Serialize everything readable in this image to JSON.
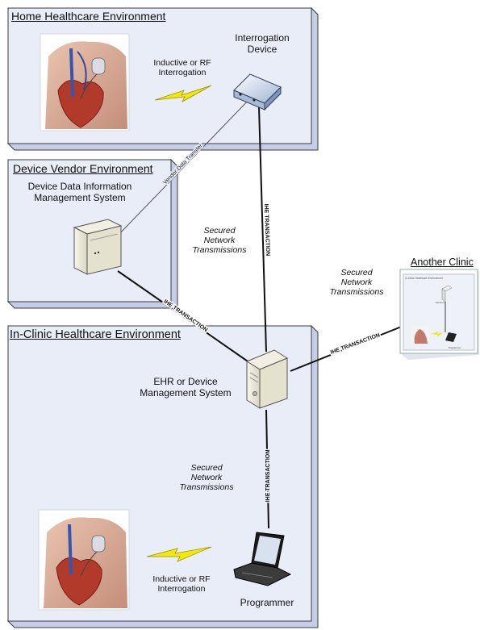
{
  "diagram": {
    "boxes": {
      "home": {
        "title": "Home Healthcare Environment"
      },
      "vendor": {
        "title": "Device Vendor Environment"
      },
      "clinic": {
        "title": "In-Clinic Healthcare Environment"
      },
      "another": {
        "title": "Another Clinic"
      }
    },
    "home_labels": {
      "interrogation_device": "Interrogation Device",
      "inductive": "Inductive or RF Interrogation"
    },
    "vendor_labels": {
      "system": "Device Data Information Management System",
      "vendor_transfer": "Vendor Data Transfer"
    },
    "secured_network": "Secured Network Transmissions",
    "ihe_transaction": "IHE TRANSACTION",
    "clinic_labels": {
      "ehr": "EHR or Device Management System",
      "programmer": "Programmer",
      "inductive": "Inductive or RF Interrogation"
    },
    "colors": {
      "box_fill": "#e9edf7",
      "box_shadow": "#c6cde6",
      "box_border": "#3a3a3a",
      "bolt": "#f2e80c",
      "line": "#111111"
    }
  }
}
